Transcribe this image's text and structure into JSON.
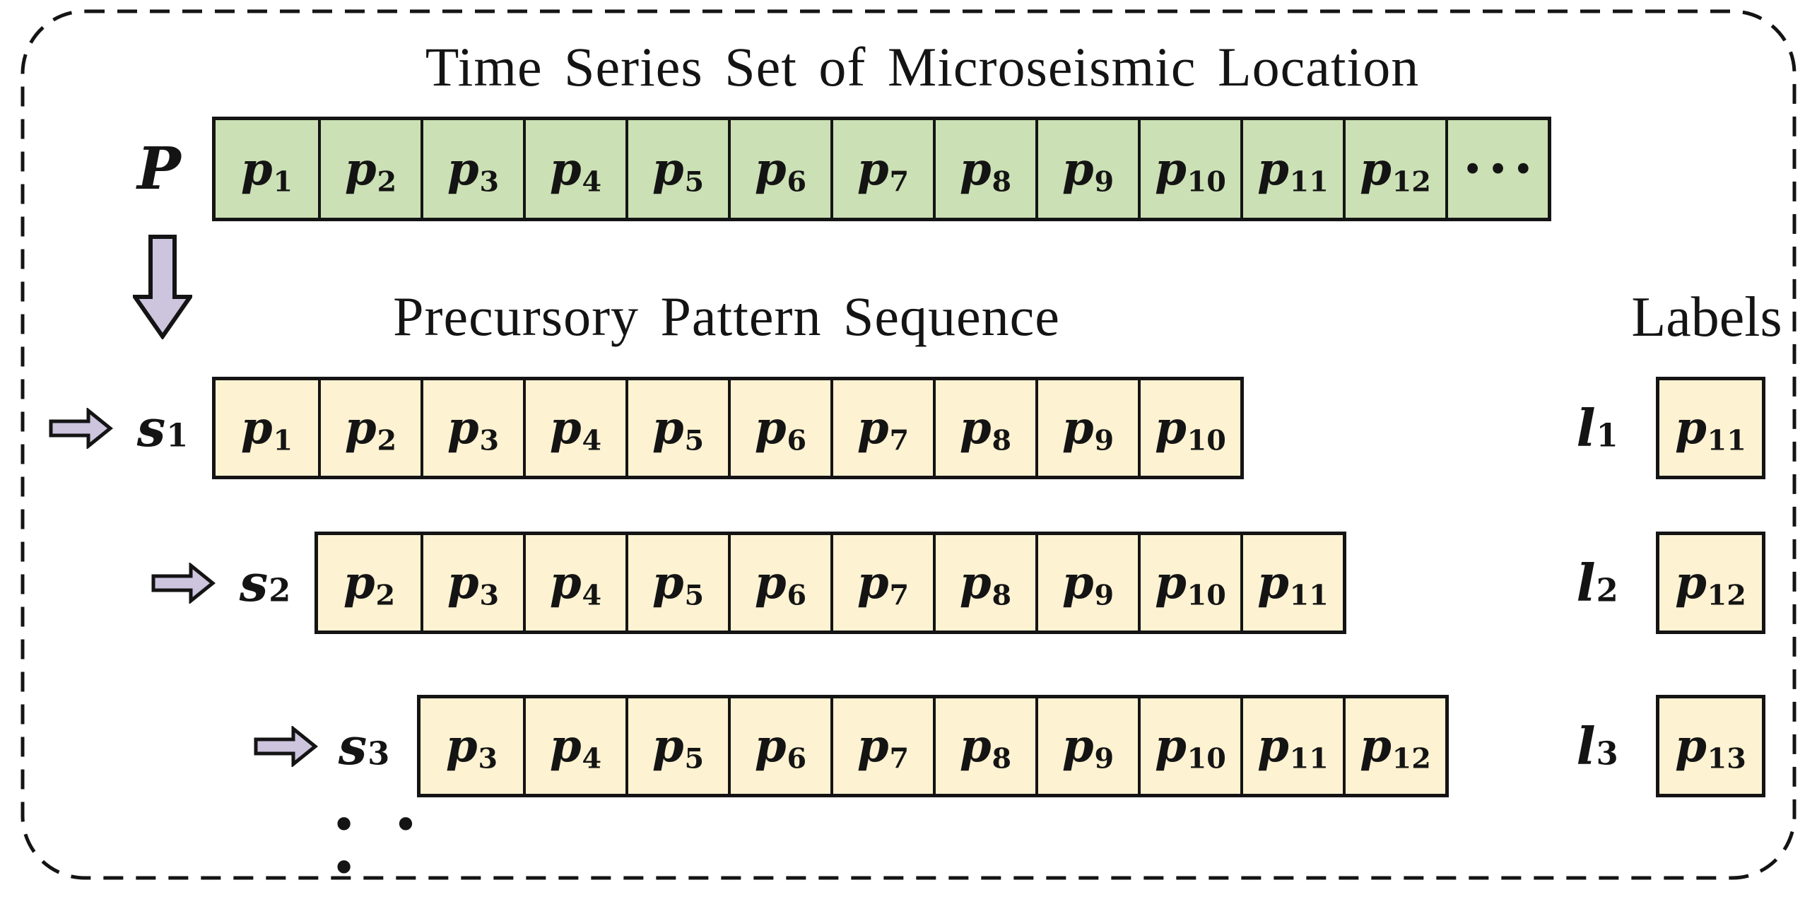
{
  "title": "Time Series Set of Microseismic Location",
  "sequence_title": "Precursory Pattern Sequence",
  "labels_title": "Labels",
  "ellipsis": "• • •",
  "cell_dots": "•••",
  "colors": {
    "series_fill": "#cbe0b4",
    "window_fill": "#fdf2d1",
    "arrow_fill": "#cdc4de",
    "line_color": "#141414"
  },
  "series_row": {
    "label": {
      "base": "P",
      "sub": ""
    },
    "cells": [
      {
        "base": "p",
        "sub": "1"
      },
      {
        "base": "p",
        "sub": "2"
      },
      {
        "base": "p",
        "sub": "3"
      },
      {
        "base": "p",
        "sub": "4"
      },
      {
        "base": "p",
        "sub": "5"
      },
      {
        "base": "p",
        "sub": "6"
      },
      {
        "base": "p",
        "sub": "7"
      },
      {
        "base": "p",
        "sub": "8"
      },
      {
        "base": "p",
        "sub": "9"
      },
      {
        "base": "p",
        "sub": "10"
      },
      {
        "base": "p",
        "sub": "11"
      },
      {
        "base": "p",
        "sub": "12"
      },
      {
        "dots": true
      }
    ]
  },
  "windows": [
    {
      "label": {
        "base": "s",
        "sub": "1"
      },
      "cells": [
        {
          "base": "p",
          "sub": "1"
        },
        {
          "base": "p",
          "sub": "2"
        },
        {
          "base": "p",
          "sub": "3"
        },
        {
          "base": "p",
          "sub": "4"
        },
        {
          "base": "p",
          "sub": "5"
        },
        {
          "base": "p",
          "sub": "6"
        },
        {
          "base": "p",
          "sub": "7"
        },
        {
          "base": "p",
          "sub": "8"
        },
        {
          "base": "p",
          "sub": "9"
        },
        {
          "base": "p",
          "sub": "10"
        }
      ],
      "target_label": {
        "base": "l",
        "sub": "1"
      },
      "target_cell": {
        "base": "p",
        "sub": "11"
      }
    },
    {
      "label": {
        "base": "s",
        "sub": "2"
      },
      "cells": [
        {
          "base": "p",
          "sub": "2"
        },
        {
          "base": "p",
          "sub": "3"
        },
        {
          "base": "p",
          "sub": "4"
        },
        {
          "base": "p",
          "sub": "5"
        },
        {
          "base": "p",
          "sub": "6"
        },
        {
          "base": "p",
          "sub": "7"
        },
        {
          "base": "p",
          "sub": "8"
        },
        {
          "base": "p",
          "sub": "9"
        },
        {
          "base": "p",
          "sub": "10"
        },
        {
          "base": "p",
          "sub": "11"
        }
      ],
      "target_label": {
        "base": "l",
        "sub": "2"
      },
      "target_cell": {
        "base": "p",
        "sub": "12"
      }
    },
    {
      "label": {
        "base": "s",
        "sub": "3"
      },
      "cells": [
        {
          "base": "p",
          "sub": "3"
        },
        {
          "base": "p",
          "sub": "4"
        },
        {
          "base": "p",
          "sub": "5"
        },
        {
          "base": "p",
          "sub": "6"
        },
        {
          "base": "p",
          "sub": "7"
        },
        {
          "base": "p",
          "sub": "8"
        },
        {
          "base": "p",
          "sub": "9"
        },
        {
          "base": "p",
          "sub": "10"
        },
        {
          "base": "p",
          "sub": "11"
        },
        {
          "base": "p",
          "sub": "12"
        }
      ],
      "target_label": {
        "base": "l",
        "sub": "3"
      },
      "target_cell": {
        "base": "p",
        "sub": "13"
      }
    }
  ]
}
